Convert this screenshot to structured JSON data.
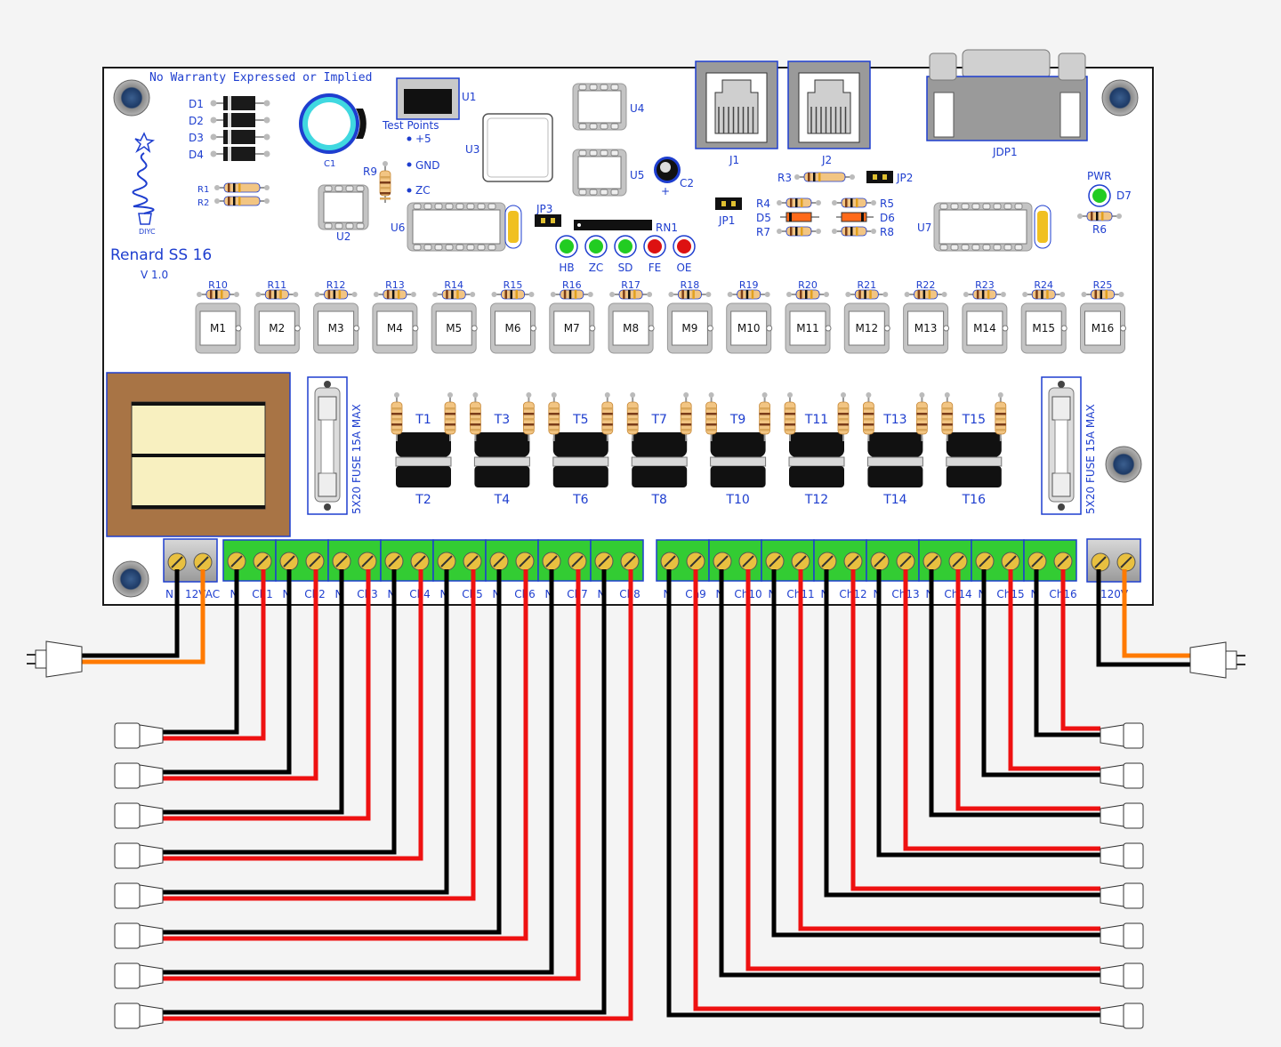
{
  "board": {
    "warranty": "No Warranty Expressed or Implied",
    "title": "Renard SS 16",
    "version": "V 1.0",
    "logo_text": "DIYC",
    "colors": {
      "board": "#ffffff",
      "outline": "#1a1a1a",
      "label": "#1e3ecf",
      "terminal": "#33cc33",
      "wire_red": "#ee1111",
      "wire_black": "#000000",
      "wire_orange": "#ff7a00",
      "transformer": "#a87445",
      "led_green": "#22cc22",
      "led_red": "#dd1111"
    }
  },
  "diodes": [
    "D1",
    "D2",
    "D3",
    "D4"
  ],
  "resistors_top": [
    "R1",
    "R2"
  ],
  "capacitor_c1": "C1",
  "regulator_u1": "U1",
  "test_points": {
    "title": "Test Points",
    "items": [
      "+5",
      "GND",
      "ZC"
    ]
  },
  "r9": "R9",
  "u2": {
    "body": "U2",
    "label": "U2"
  },
  "u3": {
    "body": "U3",
    "label": "U3"
  },
  "u4": {
    "body": "U4",
    "label": "U4"
  },
  "u5": {
    "body": "U5",
    "label": "U5"
  },
  "c2": {
    "label": "C2",
    "sign": "+"
  },
  "u6": {
    "body": "U6",
    "label": "U6"
  },
  "u7": {
    "body": "U7",
    "label": "U7"
  },
  "jp3": "JP3",
  "rn1": "RN1",
  "leds": [
    {
      "label": "HB",
      "color": "green"
    },
    {
      "label": "ZC",
      "color": "green"
    },
    {
      "label": "SD",
      "color": "green"
    },
    {
      "label": "FE",
      "color": "red"
    },
    {
      "label": "OE",
      "color": "red"
    }
  ],
  "j1": "J1",
  "j2": "J2",
  "jdp1": "JDP1",
  "jp1": "JP1",
  "jp2": "JP2",
  "r3": "R3",
  "mid_left": [
    "R4",
    "D5",
    "R7"
  ],
  "mid_right": [
    "R5",
    "D6",
    "R8"
  ],
  "pwr": {
    "label": "PWR",
    "led": "D7",
    "resistor": "R6"
  },
  "top_resistors": [
    "R10",
    "R11",
    "R12",
    "R13",
    "R14",
    "R15",
    "R16",
    "R17",
    "R18",
    "R19",
    "R20",
    "R21",
    "R22",
    "R23",
    "R24",
    "R25"
  ],
  "optos": [
    "M1",
    "M2",
    "M3",
    "M4",
    "M5",
    "M6",
    "M7",
    "M8",
    "M9",
    "M10",
    "M11",
    "M12",
    "M13",
    "M14",
    "M15",
    "M16"
  ],
  "fuse_label": "5X20 FUSE 15A MAX",
  "triacs_top": [
    "T1",
    "T3",
    "T5",
    "T7",
    "T9",
    "T11",
    "T13",
    "T15"
  ],
  "triacs_bottom": [
    "T2",
    "T4",
    "T6",
    "T8",
    "T10",
    "T12",
    "T14",
    "T16"
  ],
  "terminals_left": [
    "N",
    "12VAC"
  ],
  "terminals_right": [
    "120V"
  ],
  "channels": [
    {
      "n": "N",
      "ch": "Ch1"
    },
    {
      "n": "N",
      "ch": "Ch2"
    },
    {
      "n": "N",
      "ch": "Ch3"
    },
    {
      "n": "N",
      "ch": "Ch4"
    },
    {
      "n": "N",
      "ch": "Ch5"
    },
    {
      "n": "N",
      "ch": "Ch6"
    },
    {
      "n": "N",
      "ch": "Ch7"
    },
    {
      "n": "N",
      "ch": "Ch8"
    },
    {
      "n": "N",
      "ch": "Ch9"
    },
    {
      "n": "N",
      "ch": "Ch10"
    },
    {
      "n": "N",
      "ch": "Ch11"
    },
    {
      "n": "N",
      "ch": "Ch12"
    },
    {
      "n": "N",
      "ch": "Ch13"
    },
    {
      "n": "N",
      "ch": "Ch14"
    },
    {
      "n": "N",
      "ch": "Ch15"
    },
    {
      "n": "N",
      "ch": "Ch16"
    }
  ]
}
